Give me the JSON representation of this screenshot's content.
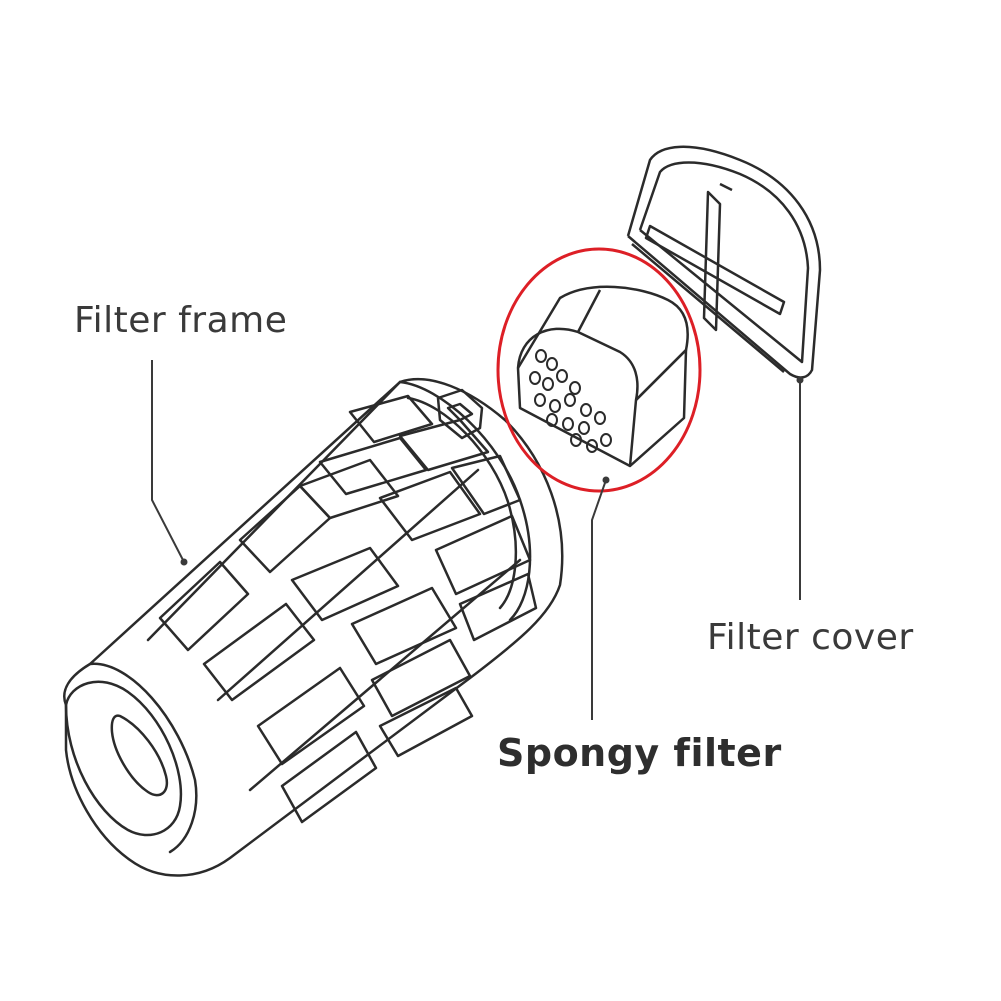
{
  "labels": {
    "filter_frame": "Filter frame",
    "spongy_filter": "Spongy filter",
    "filter_cover": "Filter cover"
  },
  "colors": {
    "line": "#2b2b2b",
    "frame_line": "#3a3a3a",
    "highlight": "#dd1f26",
    "text": "#3a3a3a"
  },
  "icons": {
    "highlight_marker": "red-ellipse",
    "callout_leaders": "leader-line-with-dot"
  }
}
